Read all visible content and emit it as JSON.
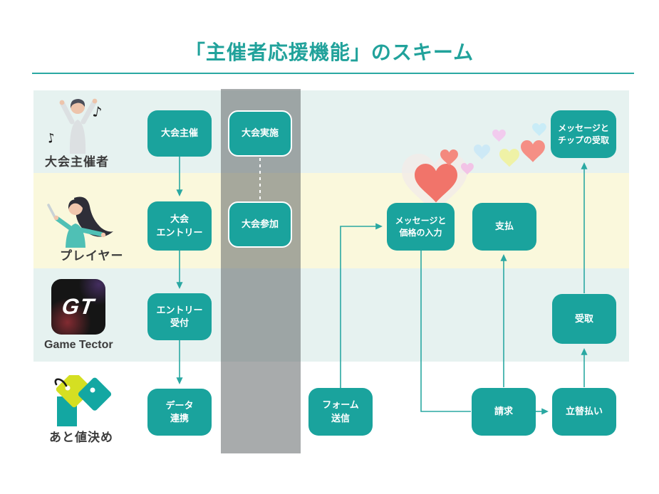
{
  "title": "「主催者応援機能」のスキーム",
  "lanes": {
    "organizer": {
      "label": "大会主催者"
    },
    "player": {
      "label": "プレイヤー"
    },
    "game_tector": {
      "label": "Game Tector"
    },
    "ato_nedan": {
      "label": "あと値決め"
    }
  },
  "logos": {
    "gt": "GT"
  },
  "icons": {
    "music_note": "♪"
  },
  "nodes": {
    "host": {
      "label": "大会主催"
    },
    "exec": {
      "label": "大会実施"
    },
    "entry": {
      "label": "大会\nエントリー"
    },
    "join": {
      "label": "大会参加"
    },
    "reception": {
      "label": "エントリー\n受付"
    },
    "datalink": {
      "label": "データ\n連携"
    },
    "form": {
      "label": "フォーム\n送信"
    },
    "msg_price": {
      "label": "メッセージと\n価格の入力"
    },
    "pay": {
      "label": "支払"
    },
    "msg_tip": {
      "label": "メッセージと\nチップの受取"
    },
    "receive": {
      "label": "受取"
    },
    "invoice": {
      "label": "請求"
    },
    "reimburse": {
      "label": "立替払い"
    }
  },
  "edges": [
    {
      "from": "host",
      "to": "entry",
      "style": "arrow"
    },
    {
      "from": "entry",
      "to": "reception",
      "style": "arrow"
    },
    {
      "from": "reception",
      "to": "datalink",
      "style": "arrow"
    },
    {
      "from": "exec",
      "to": "join",
      "style": "dashed"
    },
    {
      "from": "form",
      "to": "msg_price",
      "style": "arrow"
    },
    {
      "from": "msg_price",
      "to": "invoice",
      "style": "line"
    },
    {
      "from": "invoice",
      "to": "pay",
      "style": "arrow"
    },
    {
      "from": "invoice",
      "to": "reimburse",
      "style": "arrow"
    },
    {
      "from": "reimburse",
      "to": "receive",
      "style": "arrow"
    },
    {
      "from": "receive",
      "to": "msg_tip",
      "style": "arrow"
    }
  ],
  "colors": {
    "accent": "#21A29B",
    "box": "#1AA39D",
    "wire": "#2AA8A2",
    "lane_mint": "#E6F2F0",
    "lane_yellow": "#FAF8DC",
    "gray_band": "#9A9E9F"
  },
  "decorations": {
    "hearts": [
      {
        "color": "#F3EBE8"
      },
      {
        "color": "#F1746A"
      },
      {
        "color": "#F4897E"
      },
      {
        "color": "#F2C3E6"
      },
      {
        "color": "#CDE9F6"
      },
      {
        "color": "#F2CBEE"
      },
      {
        "color": "#EFF2A6"
      },
      {
        "color": "#F58F85"
      },
      {
        "color": "#C9ECF7"
      }
    ]
  }
}
